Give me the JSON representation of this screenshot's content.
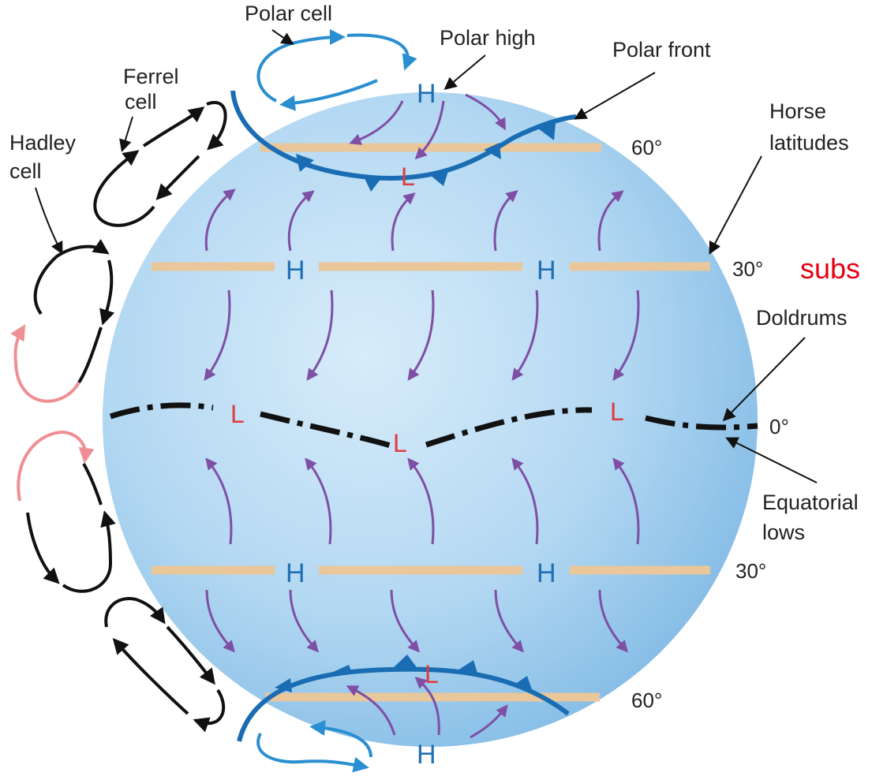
{
  "labels": {
    "polar_cell": "Polar cell",
    "polar_high": "Polar high",
    "polar_front": "Polar front",
    "ferrel_cell_1": "Ferrel",
    "ferrel_cell_2": "cell",
    "hadley_cell_1": "Hadley",
    "hadley_cell_2": "cell",
    "horse_latitudes_1": "Horse",
    "horse_latitudes_2": "latitudes",
    "doldrums": "Doldrums",
    "equatorial_lows_1": "Equatorial",
    "equatorial_lows_2": "lows",
    "subtropical_partial": "subs"
  },
  "latitudes": {
    "north_60": "60°",
    "north_30": "30°",
    "equator": "0°",
    "south_30": "30°",
    "south_60": "60°"
  },
  "pressure_marks": {
    "high": "H",
    "low": "L"
  },
  "colors": {
    "globe_light": "#cfe6f7",
    "globe_dark": "#8cc3e8",
    "latitude_band": "#e9c79b",
    "wind_arrow": "#7e4fa5",
    "front_line": "#1a6db3",
    "polar_cell": "#2a8fd0",
    "high_mark": "#1f6fb5",
    "low_mark": "#e0393e",
    "hadley_warm": "#ef8f95",
    "cell_black": "#111111",
    "highlight": "#e60012"
  }
}
